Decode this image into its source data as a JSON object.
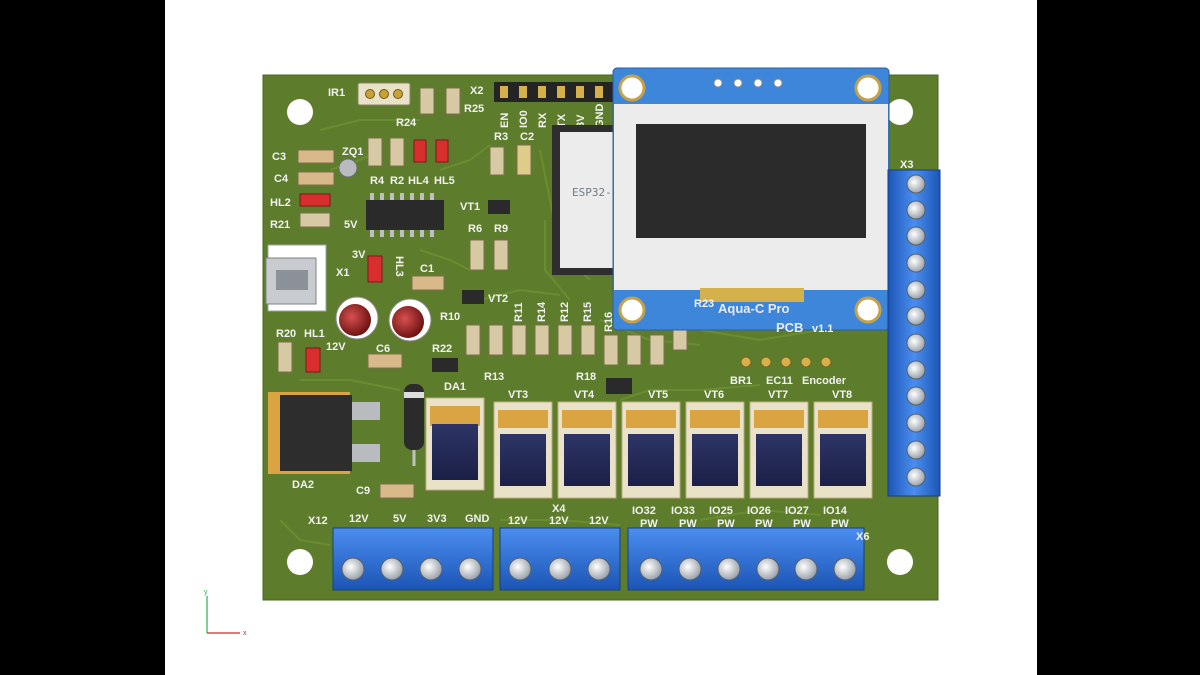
{
  "colors": {
    "background": "#000000",
    "viewport": "#ffffff",
    "pcb": "#5a7a2a",
    "silkscreen": "#f2f2f2",
    "terminal_block": "#2a6fd1",
    "oled_frame": "#3d85d8",
    "oled_screen": "#2a2a2a"
  },
  "board": {
    "brand_line1": "Aqua-C Pro",
    "brand_line2": "PCB",
    "version": "v1.1",
    "module_label": "ESP32-"
  },
  "header_x2": {
    "ref": "X2",
    "pins": [
      "EN",
      "IO0",
      "RX",
      "TX",
      "3V",
      "GND"
    ]
  },
  "refs": {
    "ir1": "IR1",
    "r25": "R25",
    "r24": "R24",
    "r3": "R3",
    "c2": "C2",
    "c3": "C3",
    "zq1": "ZQ1",
    "c4": "C4",
    "hl2": "HL2",
    "r21": "R21",
    "v5": "5V",
    "r4": "R4",
    "r2": "R2",
    "hl4": "HL4",
    "hl5": "HL5",
    "vt1": "VT1",
    "r6": "R6",
    "r9": "R9",
    "v3": "3V",
    "hl3": "HL3",
    "x1": "X1",
    "c1": "C1",
    "vt2": "VT2",
    "r10": "R10",
    "r11": "R11",
    "r14": "R14",
    "r12": "R12",
    "r15": "R15",
    "r16": "R16",
    "r23": "R23",
    "r20": "R20",
    "hl1": "HL1",
    "v12": "12V",
    "c6": "C6",
    "r22": "R22",
    "r13": "R13",
    "r18": "R18",
    "da1": "DA1",
    "da2": "DA2",
    "c9": "C9",
    "x3": "X3",
    "br1": "BR1",
    "ec11": "EC11",
    "encoder": "Encoder",
    "vt3": "VT3",
    "vt4": "VT4",
    "vt5": "VT5",
    "vt6": "VT6",
    "vt7": "VT7",
    "vt8": "VT8"
  },
  "connector_x12": {
    "ref": "X12",
    "pins": [
      "12V",
      "5V",
      "3V3",
      "GND"
    ]
  },
  "connector_x4": {
    "ref": "X4",
    "pins": [
      "12V",
      "12V",
      "12V"
    ]
  },
  "connector_x6": {
    "ref": "X6",
    "pins_top": [
      "IO32",
      "IO33",
      "IO25",
      "IO26",
      "IO27",
      "IO14"
    ],
    "pins_bottom": [
      "PW",
      "PW",
      "PW",
      "PW",
      "PW",
      "PW"
    ]
  },
  "axes": {
    "y": "y",
    "x": "x"
  }
}
